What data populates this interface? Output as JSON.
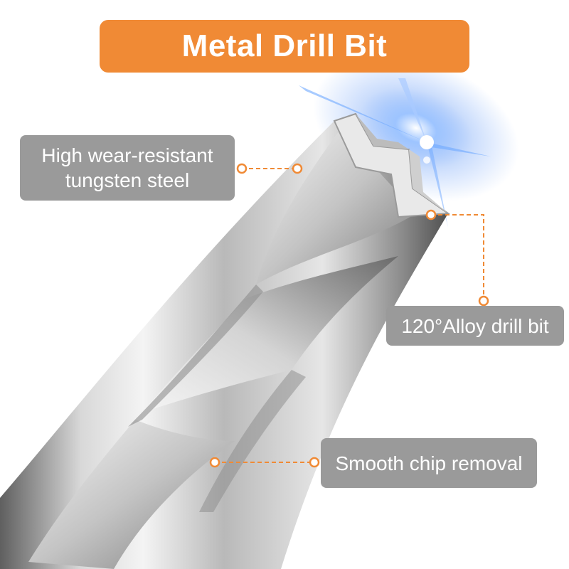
{
  "title": "Metal Drill Bit",
  "callouts": {
    "wear": {
      "line1": "High wear-resistant",
      "line2": "tungsten steel"
    },
    "alloy": {
      "label": "120°Alloy drill bit"
    },
    "chip": {
      "label": "Smooth chip removal"
    }
  },
  "colors": {
    "accent": "#f08a35",
    "callout_bg": "#9a9a9a",
    "leader": "#f08a35",
    "glow": "#3a7ff5",
    "steel_light": "#f2f2f2",
    "steel_dark": "#6d6d6d"
  }
}
